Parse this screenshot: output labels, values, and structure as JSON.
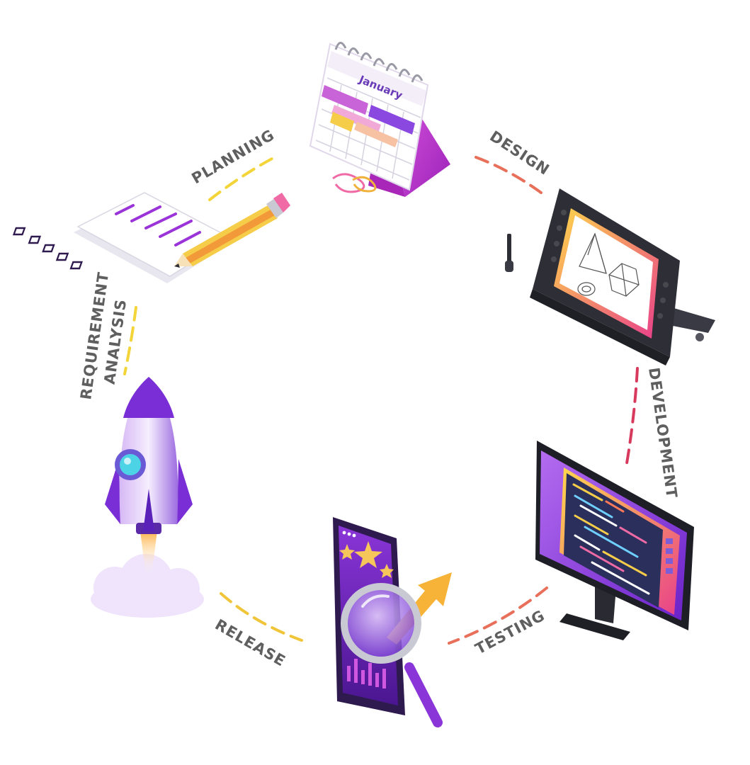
{
  "diagram": {
    "stages": [
      {
        "id": "planning",
        "label": "PLANNING",
        "icon": "calendar-icon"
      },
      {
        "id": "design",
        "label": "DESIGN",
        "icon": "drawing-tablet-icon"
      },
      {
        "id": "development",
        "label": "DEVELOPMENT",
        "icon": "code-monitor-icon"
      },
      {
        "id": "testing",
        "label": "TESTING",
        "icon": "magnifier-phone-icon"
      },
      {
        "id": "release",
        "label": "RELEASE",
        "icon": "rocket-icon"
      },
      {
        "id": "requirement",
        "label_line1": "REQUIREMENT",
        "label_line2": "ANALYSIS",
        "icon": "checklist-pencil-icon"
      }
    ],
    "calendar_month": "January",
    "colors": {
      "yellow": "#f3d53a",
      "orange": "#e8705a",
      "crimson": "#d83a5e",
      "purple": "#7a2fd6",
      "magenta": "#c62fd0",
      "dark": "#2e2e36",
      "label": "#5f5f5f"
    }
  }
}
